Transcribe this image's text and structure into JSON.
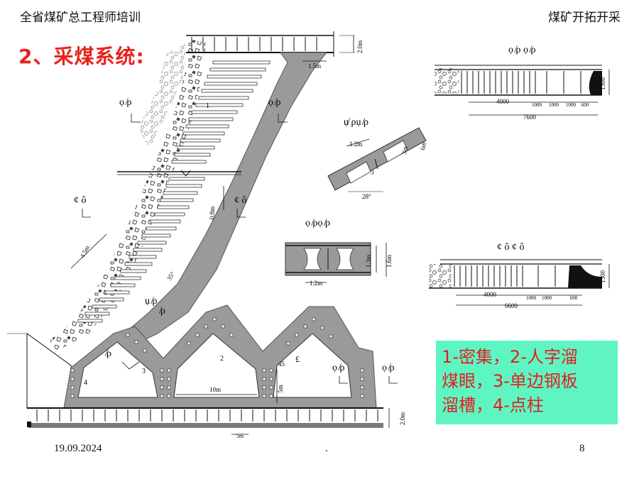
{
  "header": {
    "left": "全省煤矿总工程师培训",
    "right": "煤矿开拓开采"
  },
  "title": "2、采煤系统:",
  "dims": {
    "h2m_top": "2.0m",
    "w15": "1.5m",
    "w45": "4.5m",
    "w08": "0.8m",
    "ang35": "35°",
    "w10": "10m",
    "h5": "5m",
    "w5_bottom": "5m",
    "h2m_bottom": "2.0m",
    "n45": "45",
    "n1": "1",
    "n2": "2",
    "n3": "3",
    "n4": "4"
  },
  "glyphs": {
    "g1": "ọ ̸ρ",
    "g2": "ọ ̸ρ",
    "g3": "¢ ô",
    "g4": "¢ ô",
    "g5": "ụ̸ ρụ ̸ρ",
    "g6": "ọ ̸ρọ ̸ρ",
    "g7": "ọ ̸ρ",
    "g8": "ọ ̸ρ",
    "g9": "ụ ̸ρ",
    "g10": "̸ρ",
    "pound": "£"
  },
  "detail_chute": {
    "w": "1.2m",
    "h": "3m",
    "h2": "6m",
    "n": "3",
    "ang": "28°"
  },
  "detail_cross": {
    "w": "1.2m",
    "h1": "1.3m",
    "h2": "1.6m"
  },
  "elev_top": {
    "label": "ọ ̸ρ ọ ̸ρ",
    "h": "1300",
    "d4000": "4000",
    "d1000a": "1000",
    "d1000b": "1000",
    "d1000c": "1000",
    "d600": "600",
    "total": "7600"
  },
  "elev_bottom": {
    "label": "¢ ô ¢ ô",
    "h": "1300",
    "d4000": "4000",
    "d1000a": "1000",
    "d1000b": "1000",
    "d600": "600",
    "total": "6600"
  },
  "legend": {
    "line1": "1-密集，2-人字溜",
    "line2": "煤眼，3-单边钢板",
    "line3": "溜槽，4-点柱",
    "bg_color": "#5ff5c3",
    "text_color": "#e02020"
  },
  "footer": {
    "date": "19.09.2024",
    "center": ".",
    "page": "8"
  }
}
